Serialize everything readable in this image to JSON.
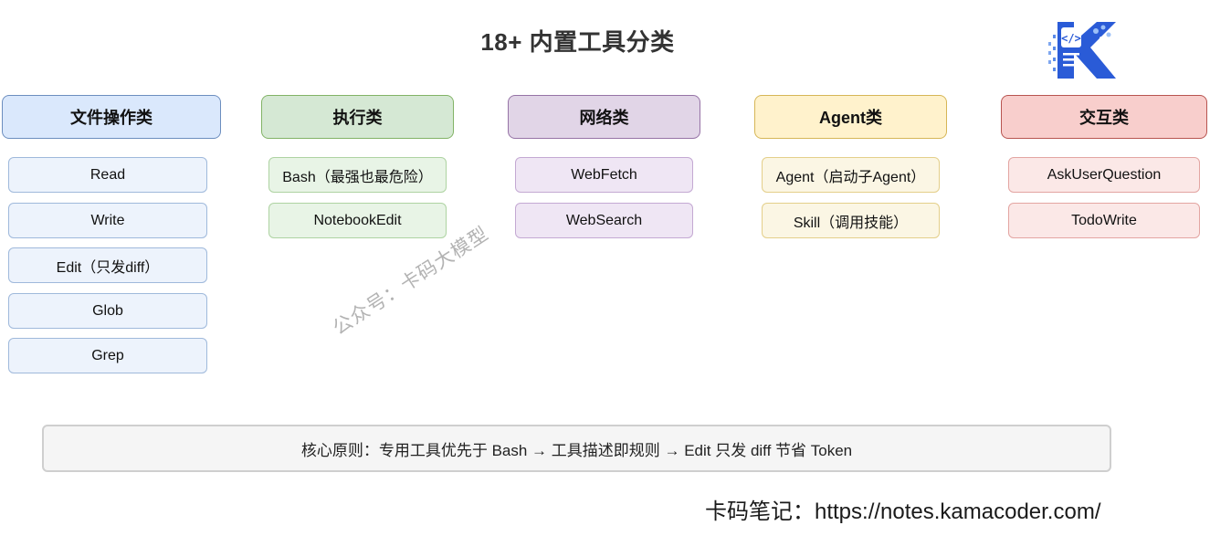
{
  "title": "18+ 内置工具分类",
  "categories": [
    {
      "label": "文件操作类",
      "items": [
        "Read",
        "Write",
        "Edit（只发diff）",
        "Glob",
        "Grep"
      ]
    },
    {
      "label": "执行类",
      "items": [
        "Bash（最强也最危险）",
        "NotebookEdit"
      ]
    },
    {
      "label": "网络类",
      "items": [
        "WebFetch",
        "WebSearch"
      ]
    },
    {
      "label": "Agent类",
      "items": [
        "Agent（启动子Agent）",
        "Skill（调用技能）"
      ]
    },
    {
      "label": "交互类",
      "items": [
        "AskUserQuestion",
        "TodoWrite"
      ]
    }
  ],
  "colors": {
    "file": "#dae8fc",
    "exec": "#d5e8d4",
    "network": "#e1d5e7",
    "agent": "#fff2cc",
    "interaction": "#f8cecc",
    "logo_blue": "#2a5bd7"
  },
  "principle": "核心原则：专用工具优先于 Bash → 工具描述即规则 → Edit 只发 diff 节省 Token",
  "watermark": "公众号：卡码大模型",
  "footer": "卡码笔记：https://notes.kamacoder.com/",
  "logo": {
    "icon": "kamacoder-k-logo-icon",
    "glyph": "</>"
  }
}
